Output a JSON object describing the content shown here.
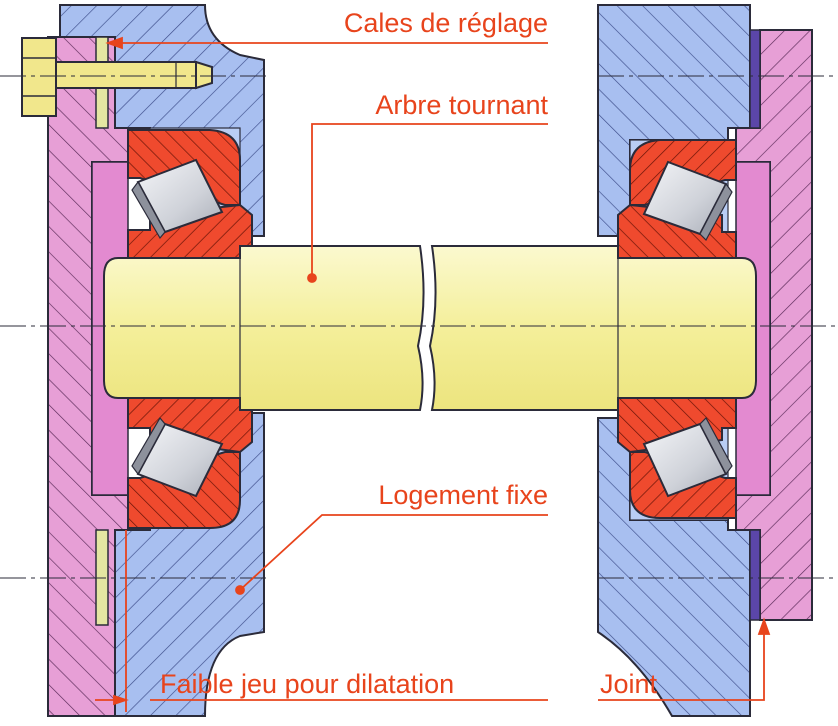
{
  "labels": {
    "cales": "Cales de réglage",
    "arbre": "Arbre tournant",
    "logement": "Logement fixe",
    "jeu": "Faible jeu pour dilatation",
    "joint": "Joint"
  },
  "colors": {
    "label_and_leader": "#e8441c",
    "housing_blue": "#a8bff0",
    "cover_pink": "#e79fd6",
    "bearing_ring_red": "#ef4a2e",
    "roller_grey": "#d6d8de",
    "shaft_yellow": "#f6f3a8",
    "shim_cream": "#e4e6a2",
    "seal_purple": "#5b46a8",
    "bolt_yellow": "#f1e78c",
    "outline": "#2b2b3a"
  },
  "icons": {
    "shim-pack": "adjusting shims between cover and housing",
    "tapered-roller": "tapered roller bearing element",
    "bolt": "hex bolt fixing the end cover"
  }
}
